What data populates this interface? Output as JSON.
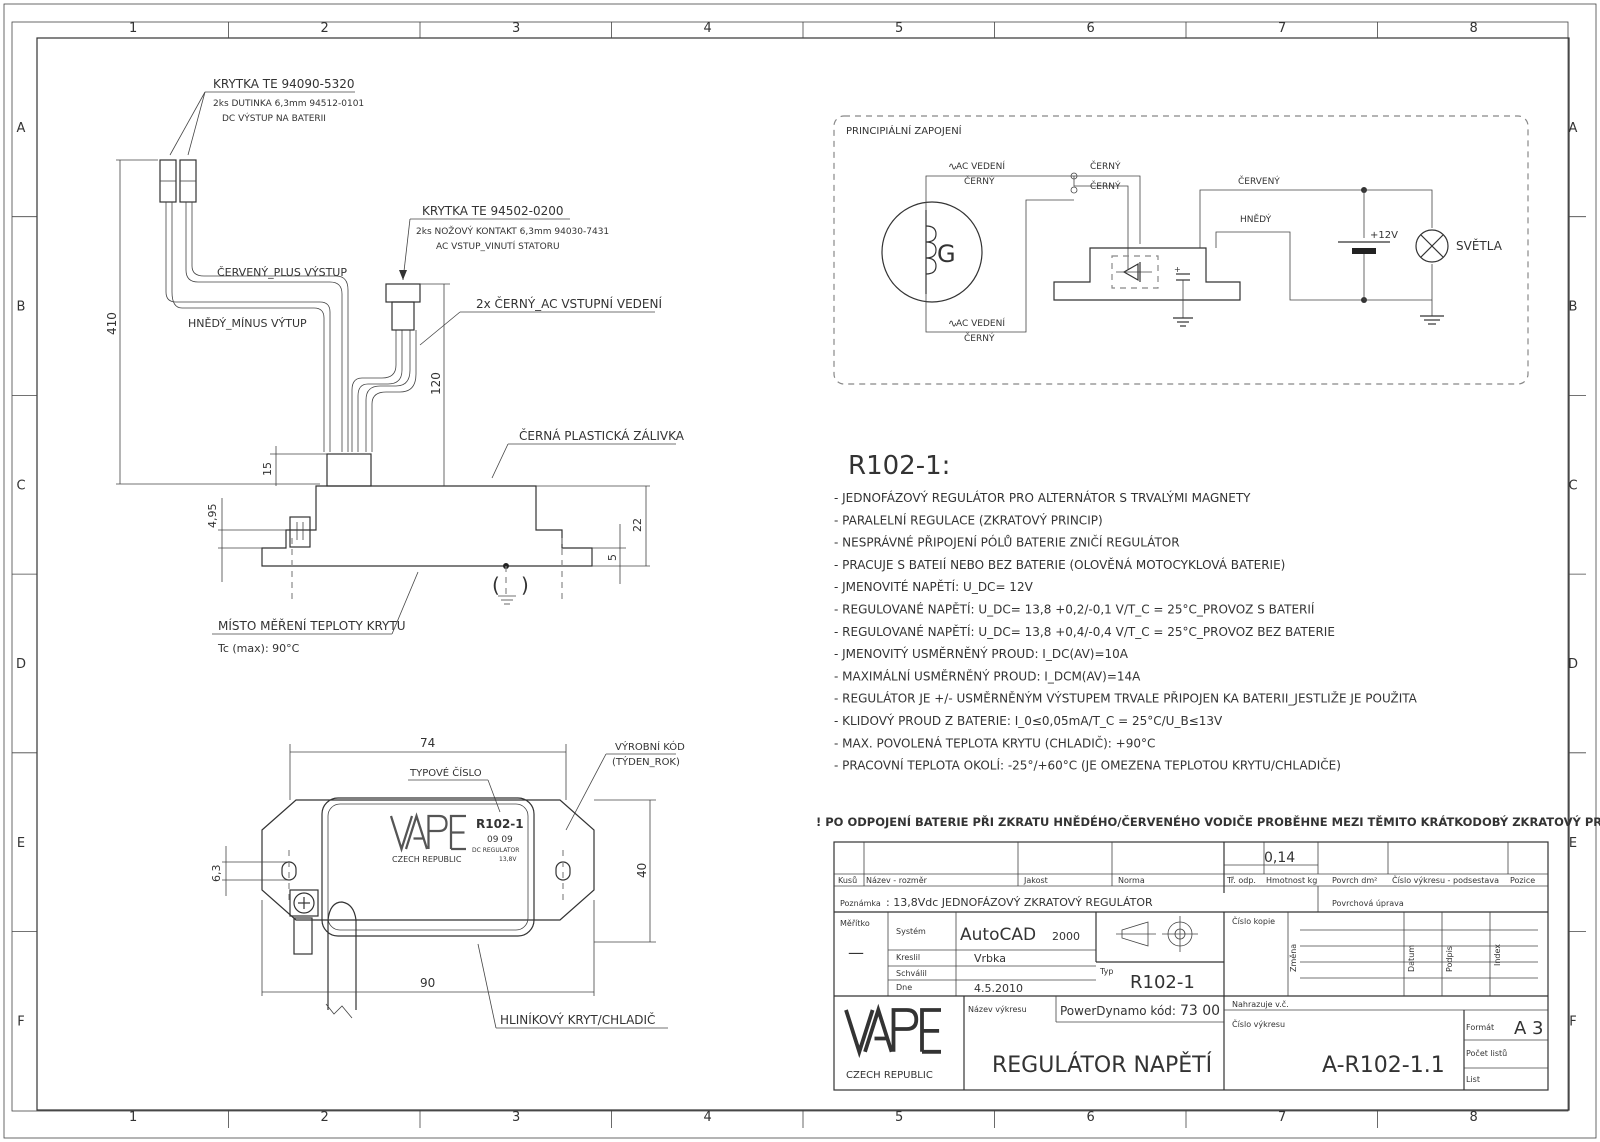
{
  "border": {
    "columns": [
      "1",
      "2",
      "3",
      "4",
      "5",
      "6",
      "7",
      "8"
    ],
    "rows": [
      "A",
      "B",
      "C",
      "D",
      "E",
      "F"
    ]
  },
  "wiring": {
    "cover_out": "KRYTKA TE 94090-5320",
    "cover_out_sub1": "2ks DUTINKA 6,3mm 94512-0101",
    "cover_out_sub2": "DC VÝSTUP NA BATERII",
    "cover_in": "KRYTKA TE 94502-0200",
    "cover_in_sub1": "2ks NOŽOVÝ KONTAKT 6,3mm 94030-7431",
    "cover_in_sub2": "AC VSTUP_VINUTÍ STATORU",
    "red_plus": "ČERVENÝ_PLUS VÝSTUP",
    "brown_minus": "HNĚDÝ_MÍNUS VÝTUP",
    "black_ac": "2x ČERNÝ_AC VSTUPNÍ VEDENÍ",
    "potting": "ČERNÁ PLASTICKÁ ZÁLIVKA",
    "temp_point": "MÍSTO MĚŘENÍ TEPLOTY KRYTU",
    "tc_max": "Tc (max): 90°C",
    "dim_410": "410",
    "dim_120": "120",
    "dim_15": "15",
    "dim_495": "4,95",
    "dim_22": "22",
    "dim_5": "5"
  },
  "top_view": {
    "type_no_label": "TYPOVÉ ČÍSLO",
    "prod_code_label1": "VÝROBNÍ KÓD",
    "prod_code_label2": "(TÝDEN_ROK)",
    "model": "R102-1",
    "date_code": "09 09",
    "dc_reg": "DC REGULATOR",
    "volt": "13,8V",
    "brand_sub": "CZECH REPUBLIC",
    "housing": "HLINÍKOVÝ KRYT/CHLADIČ",
    "dim_74": "74",
    "dim_90": "90",
    "dim_40": "40",
    "dim_63": "6,3"
  },
  "schematic": {
    "title": "PRINCIPIÁLNÍ ZAPOJENÍ",
    "ac_top": "AC VEDENÍ",
    "ac_top_color": "ČERNÝ",
    "black1": "ČERNÝ",
    "black2": "ČERNÝ",
    "red": "ČERVENÝ",
    "brown": "HNĚDÝ",
    "battery": "+12V",
    "lights": "SVĚTLA",
    "ac_bot": "AC VEDENÍ",
    "ac_bot_color": "ČERNÝ",
    "gen": "G"
  },
  "specs": {
    "heading": "R102-1:",
    "items": [
      "- JEDNOFÁZOVÝ REGULÁTOR PRO ALTERNÁTOR S TRVALÝMI MAGNETY",
      "- PARALELNÍ REGULACE (ZKRATOVÝ PRINCIP)",
      "- NESPRÁVNÉ PŘIPOJENÍ PÓLŮ BATERIE ZNIČÍ REGULÁTOR",
      "- PRACUJE S BATEIÍ NEBO BEZ BATERIE (OLOVĚNÁ MOTOCYKLOVÁ BATERIE)",
      "- JMENOVITÉ NAPĚTÍ: U_DC= 12V",
      "- REGULOVANÉ NAPĚTÍ: U_DC= 13,8 +0,2/-0,1 V/T_C = 25°C_PROVOZ S BATERIÍ",
      "- REGULOVANÉ NAPĚTÍ: U_DC= 13,8 +0,4/-0,4 V/T_C = 25°C_PROVOZ BEZ BATERIE",
      "- JMENOVITÝ USMĚRNĚNÝ PROUD: I_DC(AV)=10A",
      "- MAXIMÁLNÍ USMĚRNĚNÝ PROUD: I_DCM(AV)=14A",
      "- REGULÁTOR JE +/- USMĚRNĚNÝM VÝSTUPEM TRVALE PŘIPOJEN KA BATERII_JESTLIŽE JE POUŽITA",
      "- KLIDOVÝ PROUD Z BATERIE: I_0≤0,05mA/T_C = 25°C/U_B≤13V",
      "- MAX. POVOLENÁ TEPLOTA KRYTU (CHLADIČ): +90°C",
      "- PRACOVNÍ TEPLOTA OKOLÍ: -25°/+60°C (JE OMEZENA TEPLOTOU KRYTU/CHLADIČE)"
    ],
    "warning": "! PO ODPOJENÍ BATERIE PŘI ZKRATU HNĚDÉHO/ČERVENÉHO VODIČE PROBĚHNE MEZI TĚMITO KRÁTKODOBÝ ZKRATOVÝ PROUD !"
  },
  "title_block": {
    "weight": "0,14",
    "h_kusu": "Kusů",
    "h_nazev": "Název - rozměr",
    "h_jakost": "Jakost",
    "h_norma": "Norma",
    "h_trodp": "Tř. odp.",
    "h_hmot": "Hmotnost kg",
    "h_povrch": "Povrch dm²",
    "h_cislo_sest": "Číslo výkresu - podsestava",
    "h_pozice": "Pozice",
    "poznamka_label": "Poznámka",
    "poznamka": ": 13,8Vdc JEDNOFÁZOVÝ ZKRATOVÝ REGULÁTOR",
    "povrch_uprava": "Povrchová úprava",
    "meritko": "Měřítko",
    "meritko_val": "—",
    "system": "Systém",
    "system_val": "AutoCAD",
    "system_ver": "2000",
    "kreslil": "Kreslil",
    "kreslil_val": "Vrbka",
    "schvalil": "Schválil",
    "dne": "Dne",
    "dne_val": "4.5.2010",
    "typ_label": "Typ",
    "typ_val": "R102-1",
    "cislo_kopie": "Číslo kopie",
    "zmena": "Změna",
    "datum": "Datum",
    "podpis": "Podpis",
    "index": "Index",
    "nahrazuje": "Nahrazuje v.č.",
    "nazev_vykresu": "Název výkresu",
    "pd_kod": "PowerDynamo kód:",
    "pd_kod_val": "73 00",
    "cislo_vykresu": "Číslo výkresu",
    "title": "REGULÁTOR NAPĚTÍ",
    "drawing_no": "A-R102-1.1",
    "format_label": "Formát",
    "format_val": "A 3",
    "pocet": "Počet listů",
    "list": "List",
    "brand_sub": "CZECH REPUBLIC"
  }
}
